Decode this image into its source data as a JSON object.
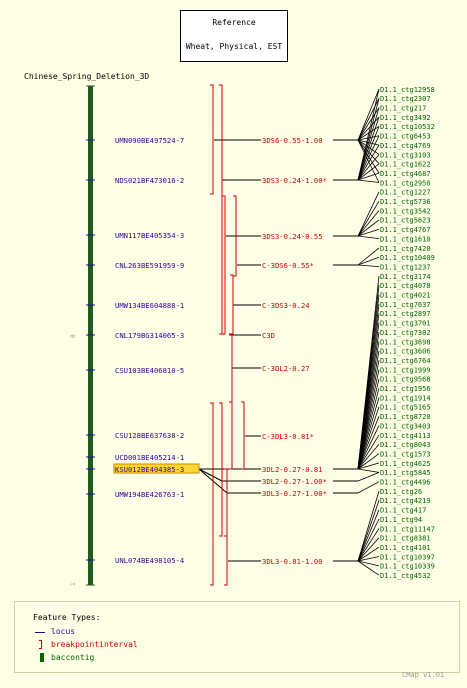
{
  "reference": {
    "title": "Reference",
    "subtitle": "Wheat, Physical, EST"
  },
  "map": {
    "title": "Chinese_Spring_Deletion_3D",
    "scale_start": "0",
    "scale_end": "1",
    "locus_color": "#330099",
    "interval_color": "#cc0000",
    "contig_color": "#006600",
    "bar_color": "#1e5c1e",
    "highlight_color": "#ffd633",
    "loci": [
      {
        "label": "UMN090BE497524-7",
        "highlighted": false
      },
      {
        "label": "NDS021BF473016-2",
        "highlighted": false
      },
      {
        "label": "UMN117BE405354-3",
        "highlighted": false
      },
      {
        "label": "CNL263BE591959-9",
        "highlighted": false
      },
      {
        "label": "UMW134BE604888-1",
        "highlighted": false
      },
      {
        "label": "CNL179BG314065-3",
        "highlighted": false
      },
      {
        "label": "CSU103BE406810-5",
        "highlighted": false
      },
      {
        "label": "CSU128BE637638-2",
        "highlighted": false
      },
      {
        "label": "UCD001BE405214-1",
        "highlighted": false
      },
      {
        "label": "KSU012BE404385-3",
        "highlighted": true
      },
      {
        "label": "UMW194BE426763-1",
        "highlighted": false
      },
      {
        "label": "UNL074BE498105-4",
        "highlighted": false
      }
    ],
    "intervals": [
      {
        "label": "3DS6-0.55-1.00"
      },
      {
        "label": "3DS3-0.24-1.00*"
      },
      {
        "label": "3DS3-0.24-0.55"
      },
      {
        "label": "C-3DS6-0.55*"
      },
      {
        "label": "C-3DS3-0.24"
      },
      {
        "label": "C3D"
      },
      {
        "label": "C-3DL2-0.27"
      },
      {
        "label": "C-3DL3-0.81*"
      },
      {
        "label": "3DL2-0.27-0.81"
      },
      {
        "label": "3DL2-0.27-1.00*"
      },
      {
        "label": "3DL3-0.27-1.00*"
      },
      {
        "label": "3DL3-0.81-1.00"
      }
    ],
    "contigs": [
      "D1.1_ctg12958",
      "D1.1_ctg2307",
      "D1.1_ctg217",
      "D1.1_ctg3492",
      "D1.1_ctg10532",
      "D1.1_ctg6453",
      "D1.1_ctg4769",
      "D1.1_ctg3103",
      "D1.1_ctg1622",
      "D1.1_ctg4687",
      "D1.1_ctg2950",
      "D1.1_ctg1227",
      "D1.1_ctg5736",
      "D1.1_ctg3542",
      "D1.1_ctg5623",
      "D1.1_ctg4767",
      "D1.1_ctg1610",
      "D1.1_ctg7420",
      "D1.1_ctg10409",
      "D1.1_ctg1237",
      "D1.1_ctg3174",
      "D1.1_ctg4078",
      "D1.1_ctg4021",
      "D1.1_ctg7637",
      "D1.1_ctg2897",
      "D1.1_ctg3701",
      "D1.1_ctg7302",
      "D1.1_ctg3698",
      "D1.1_ctg3606",
      "D1.1_ctg6764",
      "D1.1_ctg1999",
      "D1.1_ctg9568",
      "D1.1_ctg1956",
      "D1.1_ctg1914",
      "D1.1_ctg5165",
      "D1.1_ctg8728",
      "D1.1_ctg3403",
      "D1.1_ctg4113",
      "D1.1_ctg8043",
      "D1.1_ctg1573",
      "D1.1_ctg4625",
      "D1.1_ctg5845",
      "D1.1_ctg4496",
      "D1.1_ctg26",
      "D1.1_ctg4219",
      "D1.1_ctg417",
      "D1.1_ctg94",
      "D1.1_ctg11147",
      "D1.1_ctg8381",
      "D1.1_ctg4101",
      "D1.1_ctg10397",
      "D1.1_ctg10339",
      "D1.1_ctg4532"
    ]
  },
  "legend": {
    "title": "Feature Types:",
    "items": [
      {
        "label": "locus",
        "symbol": "line",
        "color": "#330099"
      },
      {
        "label": "breakpointinterval",
        "symbol": "bracket",
        "color": "#cc0000"
      },
      {
        "label": "baccontig",
        "symbol": "block",
        "color": "#006600"
      }
    ]
  },
  "footer": "CMap v1.01"
}
